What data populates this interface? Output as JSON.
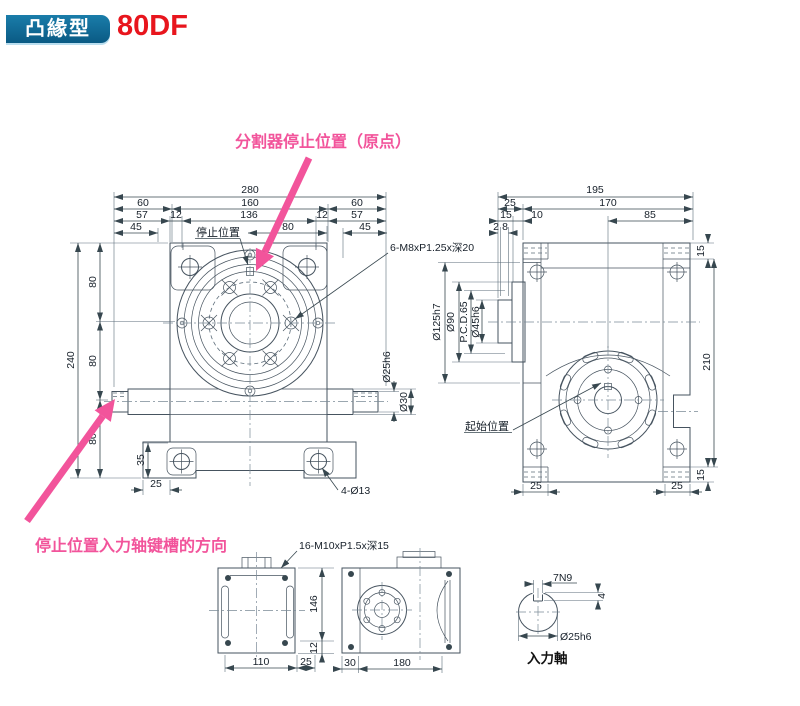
{
  "header": {
    "type_badge": "凸緣型",
    "model": "80DF"
  },
  "notes": {
    "origin": "分割器停止位置（原点）",
    "keyway_dir": "停止位置入力轴键槽的方向"
  },
  "front": {
    "w280": "280",
    "w60l": "60",
    "w160": "160",
    "w60r": "60",
    "w57l": "57",
    "w12l": "12",
    "w136": "136",
    "w12r": "12",
    "w57r": "57",
    "w45l": "45",
    "stop": "停止位置",
    "w80": "80",
    "w45r": "45",
    "h240": "240",
    "h80a": "80",
    "h80b": "80",
    "h80c": "80",
    "h35": "35",
    "w25": "25",
    "tap": "6-M8xP1.25x深20",
    "shaft_dia": "Ø25h6",
    "shaft_dia2": "Ø30",
    "base_holes": "4-Ø13"
  },
  "side": {
    "w195": "195",
    "w25": "25",
    "w170": "170",
    "w15": "15",
    "w10": "10",
    "w85": "85",
    "w2": "2",
    "w8": "8",
    "h15t": "15",
    "h210": "210",
    "h15b": "15",
    "f25l": "25",
    "f25r": "25",
    "d125": "Ø125h7",
    "d90": "Ø90",
    "pcd": "P.C.D.65",
    "d45": "Ø45h6",
    "start": "起始位置"
  },
  "bottom": {
    "tap": "16-M10xP1.5x深15",
    "w110": "110",
    "w25": "25",
    "h146": "146",
    "h12": "12",
    "w30": "30",
    "w180": "180",
    "key": "7N9",
    "key_depth": "4",
    "dia": "Ø25h6",
    "caption": "入力軸"
  },
  "colors": {
    "accent_pink": "#f2549b",
    "model_red": "#e8151d",
    "badge_blue": "#0a5a84",
    "body_cyan": "#8fe2ee"
  }
}
